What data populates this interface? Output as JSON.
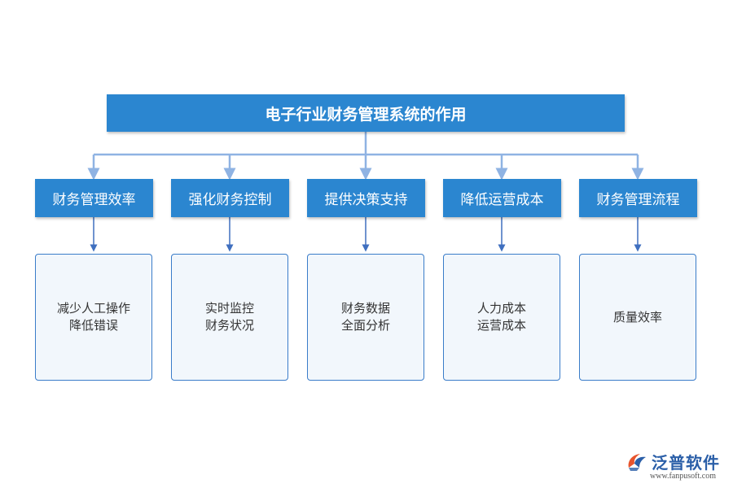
{
  "title": "电子行业财务管理系统的作用",
  "categories": [
    {
      "label": "财务管理效率",
      "details": [
        "减少人工操作",
        "降低错误"
      ]
    },
    {
      "label": "强化财务控制",
      "details": [
        "实时监控",
        "财务状况"
      ]
    },
    {
      "label": "提供决策支持",
      "details": [
        "财务数据",
        "全面分析"
      ]
    },
    {
      "label": "降低运营成本",
      "details": [
        "人力成本",
        "运营成本"
      ]
    },
    {
      "label": "财务管理流程",
      "details": [
        "质量效率"
      ]
    }
  ],
  "logo": {
    "name": "泛普软件",
    "url": "www.fanpusoft.com",
    "icon": "fanpu-logo-icon"
  },
  "colors": {
    "box": "#2b86d0",
    "connector": "#8fb3e3",
    "arrow": "#3f6fbf",
    "detail_border": "#3a7cc9",
    "detail_bg": "#f2f7fc"
  }
}
